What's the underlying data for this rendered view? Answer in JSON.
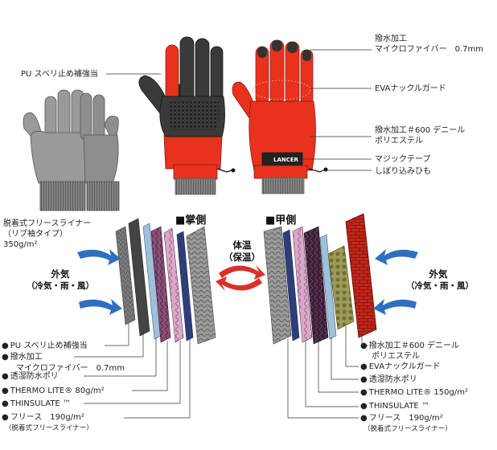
{
  "glove_labels": {
    "pu_grip": "PU スベリ止め補強当",
    "water_repellent_1": "撥水加工",
    "water_repellent_2": "マイクロファイバー　0.7mm",
    "eva_knuckle": "EVAナックルガード",
    "denier_1": "撥水加工＃600 デニール",
    "denier_2": "ポリエステル",
    "magic_tape": "マジックテープ",
    "drawstring": "しぼり込みひも",
    "liner_1": "脱着式フリースライナー",
    "liner_2": "（リブ袖タイプ）",
    "liner_3": "350g/m²"
  },
  "brand_label": "LANCER",
  "palm_side": "■掌側",
  "back_side": "■甲側",
  "outside_air_left": {
    "line1": "外気",
    "line2": "（冷気・雨・風）"
  },
  "outside_air_right": {
    "line1": "外気",
    "line2": "（冷気・雨・風）"
  },
  "body_temp": {
    "line1": "体温",
    "line2": "（保温）"
  },
  "palm_layers": [
    {
      "label": "PU スベリ止め補強当"
    },
    {
      "label": "撥水加工"
    },
    {
      "label": "マイクロファイバー　0.7mm"
    },
    {
      "label": "透湿防水ポリ"
    },
    {
      "label": "THERMO LITE® 80g/m²"
    },
    {
      "label": "THINSULATE ™"
    },
    {
      "label": "フリース　190g/m²"
    },
    {
      "label": "（脱着式フリースライナー）"
    }
  ],
  "back_layers": [
    {
      "label": "撥水加工＃600 デニール"
    },
    {
      "label": "ポリエステル"
    },
    {
      "label": "EVAナックルガード"
    },
    {
      "label": "透湿防水ポリ"
    },
    {
      "label": "THERMO LITE® 150g/m²"
    },
    {
      "label": "THINSULATE ™"
    },
    {
      "label": "フリース　190g/m²"
    },
    {
      "label": "（脱着式フリースライナー）"
    }
  ],
  "colors": {
    "glove_red": "#e8321e",
    "glove_black": "#2b2b2b",
    "liner_gray": "#8a8a8a",
    "arrow_blue": "#2f6fc0",
    "arrow_red": "#d9302a"
  }
}
